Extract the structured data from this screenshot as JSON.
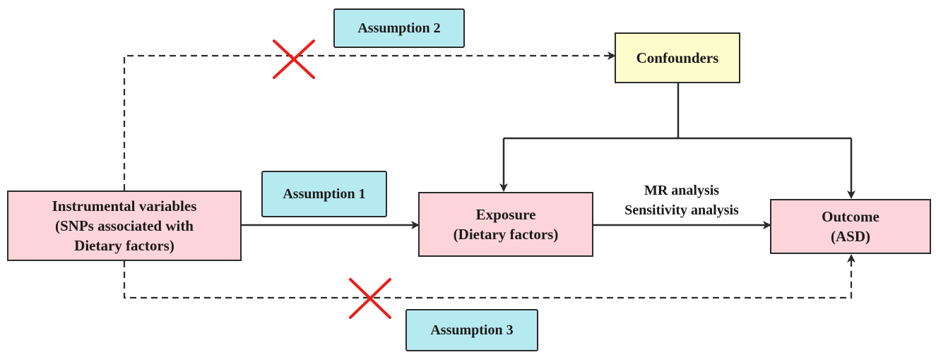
{
  "nodes": {
    "instrumental": {
      "lines": [
        "Instrumental variables",
        "(SNPs associated with",
        "Dietary factors)"
      ],
      "fill": "#fdd4da"
    },
    "exposure": {
      "lines": [
        "Exposure",
        "(Dietary factors)"
      ],
      "fill": "#fdd4da"
    },
    "outcome": {
      "lines": [
        "Outcome",
        "(ASD)"
      ],
      "fill": "#fdd4da"
    },
    "confounders": {
      "lines": [
        "Confounders"
      ],
      "fill": "#fdfccb"
    }
  },
  "assumptions": {
    "a1": "Assumption 1",
    "a2": "Assumption 2",
    "a3": "Assumption 3",
    "fill": "#b6eaf1"
  },
  "edge_labels": {
    "exposure_to_outcome": [
      "MR analysis",
      "Sensitivity analysis"
    ]
  },
  "edges": [
    {
      "from": "instrumental",
      "to": "exposure",
      "style": "solid"
    },
    {
      "from": "exposure",
      "to": "outcome",
      "style": "solid"
    },
    {
      "from": "confounders",
      "to": "exposure",
      "style": "solid"
    },
    {
      "from": "confounders",
      "to": "outcome",
      "style": "solid"
    },
    {
      "from": "instrumental",
      "to": "confounders",
      "style": "dashed",
      "blocked": true
    },
    {
      "from": "instrumental",
      "to": "outcome",
      "style": "dashed",
      "blocked": true
    }
  ],
  "colors": {
    "line": "#2b2b2b",
    "cross": "#e8201a"
  }
}
